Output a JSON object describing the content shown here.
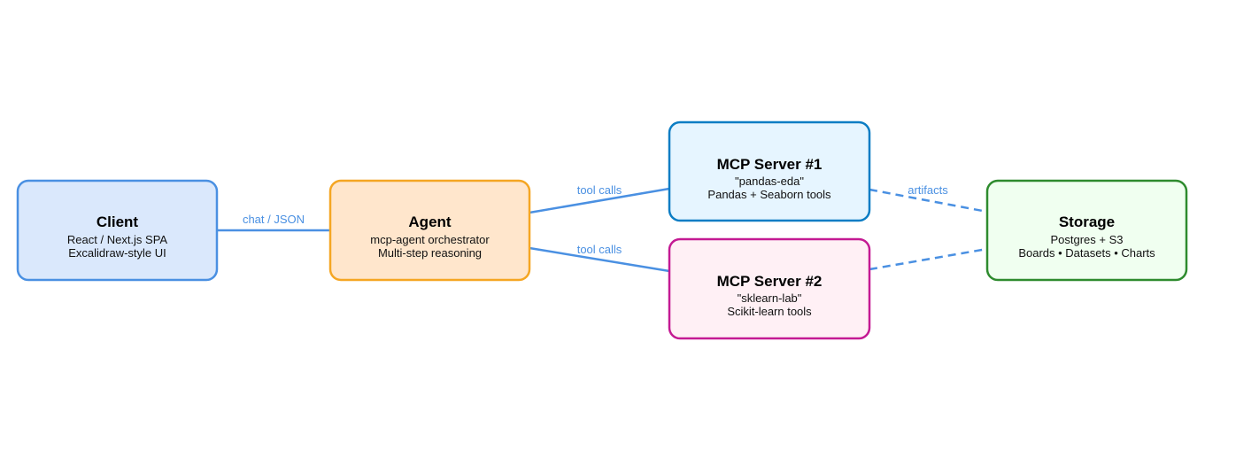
{
  "colors": {
    "edge": "#4a90e2"
  },
  "nodes": {
    "client": {
      "title": "Client",
      "line1": "React / Next.js SPA",
      "line2": "Excalidraw-style UI",
      "fill": "#dae8fc",
      "stroke": "#4a90e2"
    },
    "agent": {
      "title": "Agent",
      "line1": "mcp-agent orchestrator",
      "line2": "Multi-step reasoning",
      "fill": "#ffe6cc",
      "stroke": "#f5a623"
    },
    "mcp1": {
      "title": "MCP Server #1",
      "line1": "\"pandas-eda\"",
      "line2": "Pandas + Seaborn tools",
      "fill": "#e6f5ff",
      "stroke": "#0b7dc4"
    },
    "mcp2": {
      "title": "MCP Server #2",
      "line1": "\"sklearn-lab\"",
      "line2": "Scikit-learn tools",
      "fill": "#fff0f5",
      "stroke": "#c41a93"
    },
    "storage": {
      "title": "Storage",
      "line1": "Postgres + S3",
      "line2": "Boards • Datasets • Charts",
      "fill": "#f0fff0",
      "stroke": "#2e8b2e"
    }
  },
  "edges": {
    "client_agent": {
      "label": "chat / JSON",
      "style": "solid"
    },
    "agent_mcp1": {
      "label": "tool calls",
      "style": "solid"
    },
    "agent_mcp2": {
      "label": "tool calls",
      "style": "solid"
    },
    "mcp1_storage": {
      "label": "artifacts",
      "style": "dashed"
    },
    "mcp2_storage": {
      "label": "",
      "style": "dashed"
    }
  }
}
